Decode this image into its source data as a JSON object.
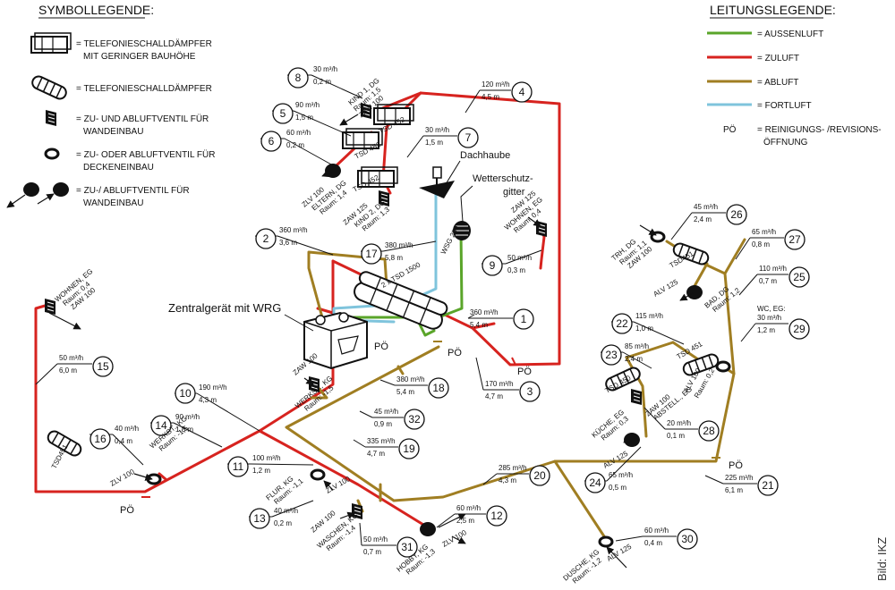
{
  "legend": {
    "symbol_title": "SYMBOLLEGENDE:",
    "line_title": "LEITUNGSLEGENDE:",
    "symbols": [
      {
        "icon": "flat-silencer-icon",
        "lines": [
          "= TELEFONIESCHALLDÄMPFER",
          "MIT GERINGER BAUHÖHE"
        ]
      },
      {
        "icon": "silencer-icon",
        "lines": [
          "= TELEFONIESCHALLDÄMPFER"
        ]
      },
      {
        "icon": "wall-valve-icon",
        "lines": [
          "= ZU- UND ABLUFTVENTIL FÜR",
          "WANDEINBAU"
        ]
      },
      {
        "icon": "ceiling-valve-icon",
        "lines": [
          "= ZU- ODER ABLUFTVENTIL FÜR",
          "DECKENEINBAU"
        ]
      },
      {
        "icon": "wall-disc-valve-icon",
        "lines": [
          "= ZU-/ ABLUFTVENTIL FÜR",
          "WANDEINBAU"
        ]
      }
    ],
    "lines": [
      {
        "label": "= AUSSENLUFT",
        "color": "#5aa52a"
      },
      {
        "label": "= ZULUFT",
        "color": "#d7231f"
      },
      {
        "label": "= ABLUFT",
        "color": "#a07e22"
      },
      {
        "label": "= FORTLUFT",
        "color": "#7fc4dc"
      }
    ],
    "po": {
      "code": "PÖ",
      "lines": [
        "= REINIGUNGS- /REVISIONS-",
        "ÖFFNUNG"
      ]
    }
  },
  "labels": {
    "central_unit": "Zentralgerät mit WRG",
    "roof_hood": "Dachhaube",
    "weather_grille": [
      "Wetterschutz-",
      "gitter"
    ],
    "credit": "Bild: IKZ",
    "po": "PÖ",
    "wsg": "WSG 250",
    "tsd1500": "2 x TSD 1500"
  },
  "segments": [
    {
      "n": "1",
      "flow": "360 m³/h",
      "len": "5,4 m"
    },
    {
      "n": "2",
      "flow": "360 m³/h",
      "len": "3,6 m"
    },
    {
      "n": "3",
      "flow": "170 m³/h",
      "len": "4,7 m"
    },
    {
      "n": "4",
      "flow": "120 m³/h",
      "len": "4,5 m"
    },
    {
      "n": "5",
      "flow": "90 m³/h",
      "len": "1,5 m"
    },
    {
      "n": "6",
      "flow": "60 m³/h",
      "len": "0,2 m"
    },
    {
      "n": "7",
      "flow": "30 m³/h",
      "len": "1,5 m"
    },
    {
      "n": "8",
      "flow": "30 m³/h",
      "len": "0,2 m"
    },
    {
      "n": "9",
      "flow": "50 m³/h",
      "len": "0,3 m"
    },
    {
      "n": "10",
      "flow": "190 m³/h",
      "len": "4,3 m"
    },
    {
      "n": "11",
      "flow": "100 m³/h",
      "len": "1,2 m"
    },
    {
      "n": "12",
      "flow": "60 m³/h",
      "len": "2,5 m"
    },
    {
      "n": "13",
      "flow": "40 m³/h",
      "len": "0,2 m"
    },
    {
      "n": "14",
      "flow": "90 m³/h",
      "len": "1,8 m"
    },
    {
      "n": "15",
      "flow": "50 m³/h",
      "len": "6,0 m"
    },
    {
      "n": "16",
      "flow": "40 m³/h",
      "len": "0,4 m"
    },
    {
      "n": "17",
      "flow": "380 m³/h",
      "len": "5,8 m"
    },
    {
      "n": "18",
      "flow": "380 m³/h",
      "len": "5,4 m"
    },
    {
      "n": "19",
      "flow": "335 m³/h",
      "len": "4,7 m"
    },
    {
      "n": "20",
      "flow": "285 m³/h",
      "len": "4,3 m"
    },
    {
      "n": "21",
      "flow": "225 m³/h",
      "len": "6,1 m"
    },
    {
      "n": "22",
      "flow": "115 m³/h",
      "len": "1,0 m"
    },
    {
      "n": "23",
      "flow": "85 m³/h",
      "len": "2,4 m"
    },
    {
      "n": "24",
      "flow": "65 m³/h",
      "len": "0,5 m"
    },
    {
      "n": "25",
      "flow": "110 m³/h",
      "len": "0,7 m"
    },
    {
      "n": "26",
      "flow": "45 m³/h",
      "len": "2,4 m"
    },
    {
      "n": "27",
      "flow": "65 m³/h",
      "len": "0,8 m"
    },
    {
      "n": "28",
      "flow": "20 m³/h",
      "len": "0,1 m"
    },
    {
      "n": "29",
      "flow": "30 m³/h",
      "len": "1,2 m",
      "room": "WC, EG:"
    },
    {
      "n": "30",
      "flow": "60 m³/h",
      "len": "0,4 m"
    },
    {
      "n": "31",
      "flow": "50 m³/h",
      "len": "0,7 m"
    },
    {
      "n": "32",
      "flow": "45 m³/h",
      "len": "0,9 m"
    }
  ],
  "outlets": [
    {
      "id": "kind1",
      "lines": [
        "KIND 1, DG",
        "Raum: 1,5",
        "ZAW 100"
      ]
    },
    {
      "id": "eltern",
      "lines": [
        "ZLV 100",
        "ELTERN, DG",
        "Raum: 1,4"
      ]
    },
    {
      "id": "kind2",
      "lines": [
        "ZAW 125",
        "KIND 2, DG",
        "Raum: 1,3"
      ]
    },
    {
      "id": "wohnen-eg-right",
      "lines": [
        "ZAW 125",
        "WOHNEN, EG",
        "Raum: 0,4"
      ]
    },
    {
      "id": "wohnen-eg-left",
      "lines": [
        "WOHNEN, EG",
        "Raum: 0,4",
        "ZAW 100"
      ]
    },
    {
      "id": "werkst-1",
      "lines": [
        "ZAW 100",
        "WERKST., KG",
        "Raum: -1,5"
      ]
    },
    {
      "id": "werkst-2",
      "lines": [
        "WERKST., KG",
        "Raum: -1,5"
      ]
    },
    {
      "id": "flur",
      "lines": [
        "FLUR, KG",
        "Raum: -1,1"
      ]
    },
    {
      "id": "waschen",
      "lines": [
        "ZAW 100",
        "WASCHEN, KG",
        "Raum: -1,4"
      ]
    },
    {
      "id": "hobby",
      "lines": [
        "HOBBY, KG",
        "Raum: -1,3"
      ]
    },
    {
      "id": "dusche",
      "lines": [
        "DUSCHE, KG",
        "Raum: -1,2"
      ]
    },
    {
      "id": "trh",
      "lines": [
        "TRH, DG",
        "Raum: 1,1",
        "ZAW 100"
      ]
    },
    {
      "id": "bad",
      "lines": [
        "BAD, DG",
        "Raum: 1,2"
      ]
    },
    {
      "id": "abstell",
      "lines": [
        "ZAW 100",
        "ABSTELL., EG"
      ]
    },
    {
      "id": "kueche",
      "lines": [
        "KÜCHE, EG",
        "Raum: 0,3"
      ]
    }
  ],
  "valve_codes": {
    "zlv100": "ZLV 100",
    "zlv100b": "ZLV 100",
    "zlv100c": "ZLV 100",
    "zlv100d": "ZLV 100",
    "alv125a": "ALV 125",
    "alv125b": "ALV 125",
    "alv125c": "ALV 125",
    "alv100": "ALV 100",
    "raum02": "Raum: 0,2"
  },
  "silencer_codes": {
    "tsd452a": "TSD 452",
    "tsd452b": "TSD 452",
    "tsd452c": "TSD 452",
    "tsd451a": "TSD451",
    "tsd451b": "TSD451",
    "tsd451c": "TSD 451",
    "tsd450": "TSD 450"
  },
  "colors": {
    "aussenluft": "#5aa52a",
    "zuluft": "#d7231f",
    "abluft": "#a07e22",
    "fortluft": "#7fc4dc"
  }
}
